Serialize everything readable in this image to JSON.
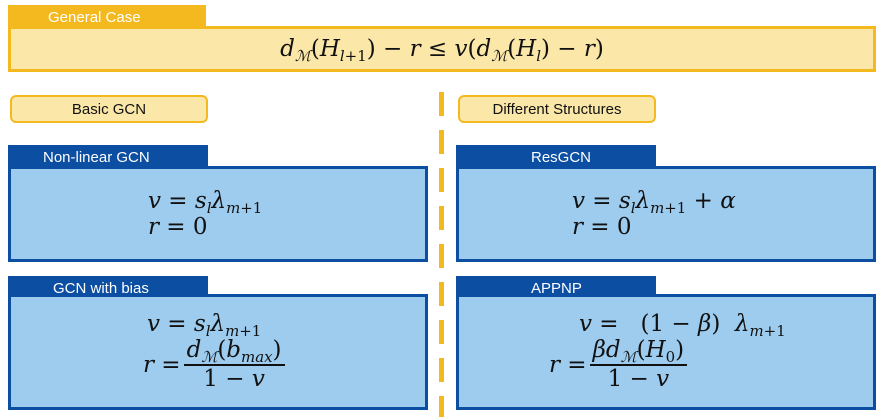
{
  "general": {
    "title": "General Case"
  },
  "sections": {
    "left": "Basic GCN",
    "right": "Different Structures"
  },
  "cards": {
    "nonlinear": {
      "title": "Non-linear GCN"
    },
    "bias": {
      "title": "GCN with bias"
    },
    "resgcn": {
      "title": "ResGCN"
    },
    "appnp": {
      "title": "APPNP"
    }
  },
  "colors": {
    "accent_yellow": "#f4b91f",
    "light_yellow": "#fbe7a8",
    "dark_blue": "#0b4ea2",
    "light_blue": "#9dccef"
  }
}
